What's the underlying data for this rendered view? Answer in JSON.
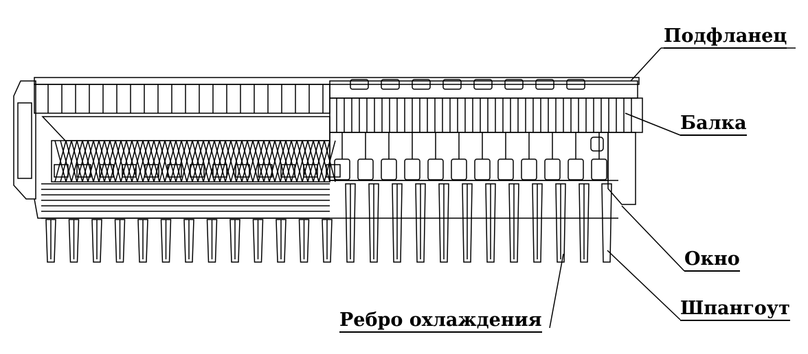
{
  "labels": {
    "podflanets": "Подфланец",
    "balka": "Балка",
    "okno": "Окно",
    "shpangout": "Шпангоут",
    "rebro": "Ребро охлаждения"
  },
  "colors": {
    "line": "#000000",
    "background": "#ffffff"
  }
}
